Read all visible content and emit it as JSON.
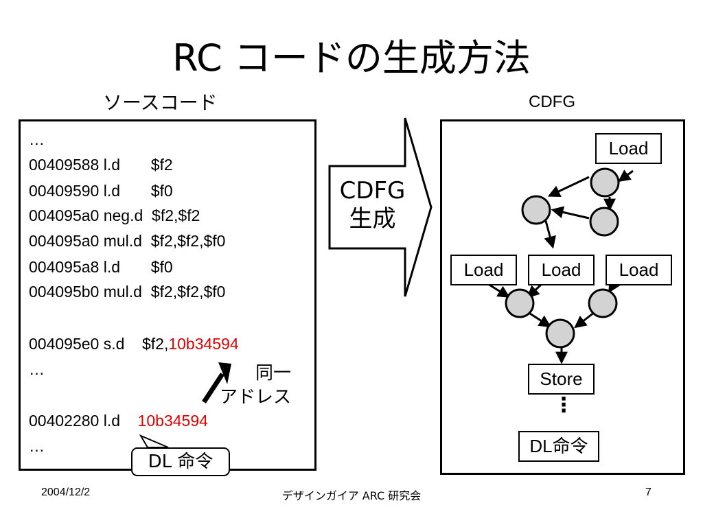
{
  "title": "RC コードの生成方法",
  "source_caption": "ソースコード",
  "cdfg_caption": "CDFG",
  "code_lines": [
    {
      "text": "…",
      "hl": ""
    },
    {
      "text": "00409588 l.d       $f2",
      "hl": ""
    },
    {
      "text": "00409590 l.d       $f0",
      "hl": ""
    },
    {
      "text": "004095a0 neg.d  $f2,$f2",
      "hl": ""
    },
    {
      "text": "004095a0 mul.d  $f2,$f2,$f0",
      "hl": ""
    },
    {
      "text": "004095a8 l.d       $f0",
      "hl": ""
    },
    {
      "text": "004095b0 mul.d  $f2,$f2,$f0",
      "hl": ""
    },
    {
      "text": "004095e0 s.d    $f2,",
      "hl": "10b34594"
    },
    {
      "text": "…",
      "hl": ""
    },
    {
      "text": "00402280 l.d    ",
      "hl": "10b34594"
    },
    {
      "text": "…",
      "hl": ""
    }
  ],
  "same_address_label": [
    "同一",
    "アドレス"
  ],
  "dl_callout": "DL 命令",
  "arrow_label": [
    "CDFG",
    "生成"
  ],
  "cdfg": {
    "load_label": "Load",
    "store_label": "Store",
    "dots": "⋮",
    "dl_label": "DL命令"
  },
  "footer": {
    "date": "2004/12/2",
    "title": "デザインガイア ARC 研究会",
    "page": "7"
  },
  "colors": {
    "highlight": "#e00000",
    "node_fill": "#d3d3d3"
  }
}
